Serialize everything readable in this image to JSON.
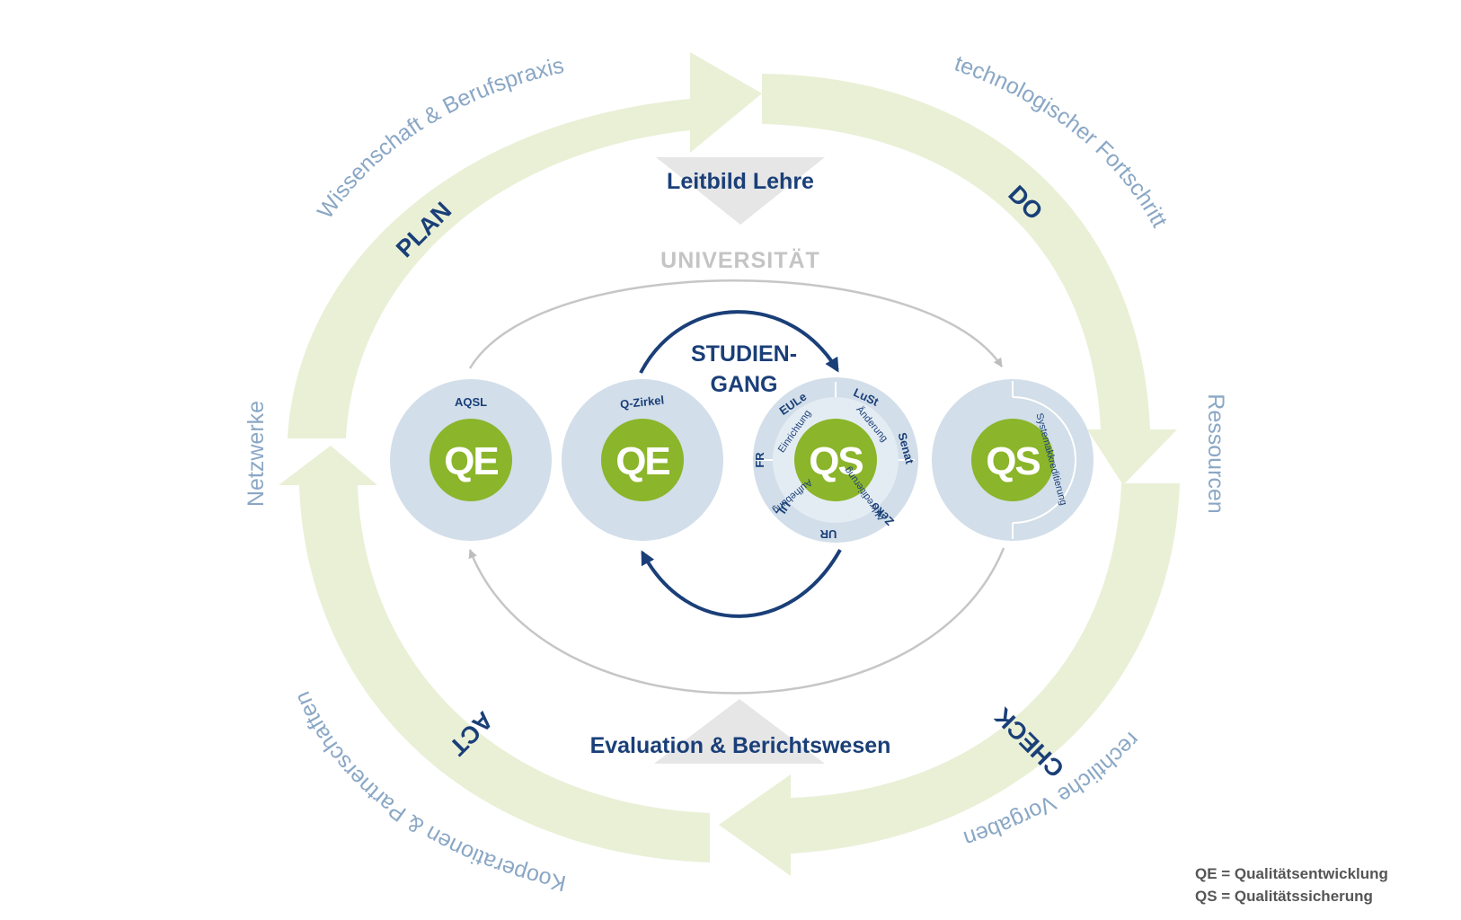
{
  "phases": {
    "plan": "PLAN",
    "do": "DO",
    "check": "CHECK",
    "act": "ACT"
  },
  "factors": {
    "top_left": "Wissenschaft & Berufspraxis",
    "top_right": "technologischer Fortschritt",
    "right": "Ressourcen",
    "bottom_right": "rechtliche Vorgaben",
    "bottom_left": "Kooperationen & Partnerschaften",
    "left": "Netzwerke"
  },
  "center": {
    "leitbild": "Leitbild Lehre",
    "universitaet": "UNIVERSITÄT",
    "studiengang_line1": "STUDIEN-",
    "studiengang_line2": "GANG",
    "evaluation": "Evaluation & Berichtswesen"
  },
  "circles": [
    {
      "label": "AQSL",
      "badge": "QE"
    },
    {
      "label": "Q-Zirkel",
      "badge": "QE"
    },
    {
      "label": "",
      "badge": "QS"
    },
    {
      "label": "",
      "badge": "QS"
    }
  ],
  "qs_ring": {
    "bodies": [
      "EULe",
      "LuSt",
      "Senat",
      "Zeko",
      "UR",
      "UL",
      "FR"
    ],
    "processes": [
      "Einrichtung",
      "Änderung",
      "Akkreditierung",
      "Aufhebung"
    ]
  },
  "systemakkreditierung": "Systemakkreditierung",
  "legend": [
    "QE = Qualitätsentwicklung",
    "QS = Qualitätssicherung"
  ],
  "colors": {
    "cycle_fill": "#e9f0d6",
    "dark_blue": "#1a3f78",
    "factor_blue": "#8aa7c5",
    "circle_fill": "#d2dee9",
    "badge_green": "#8bb52a",
    "inner_grey": "#c6c6c6"
  }
}
